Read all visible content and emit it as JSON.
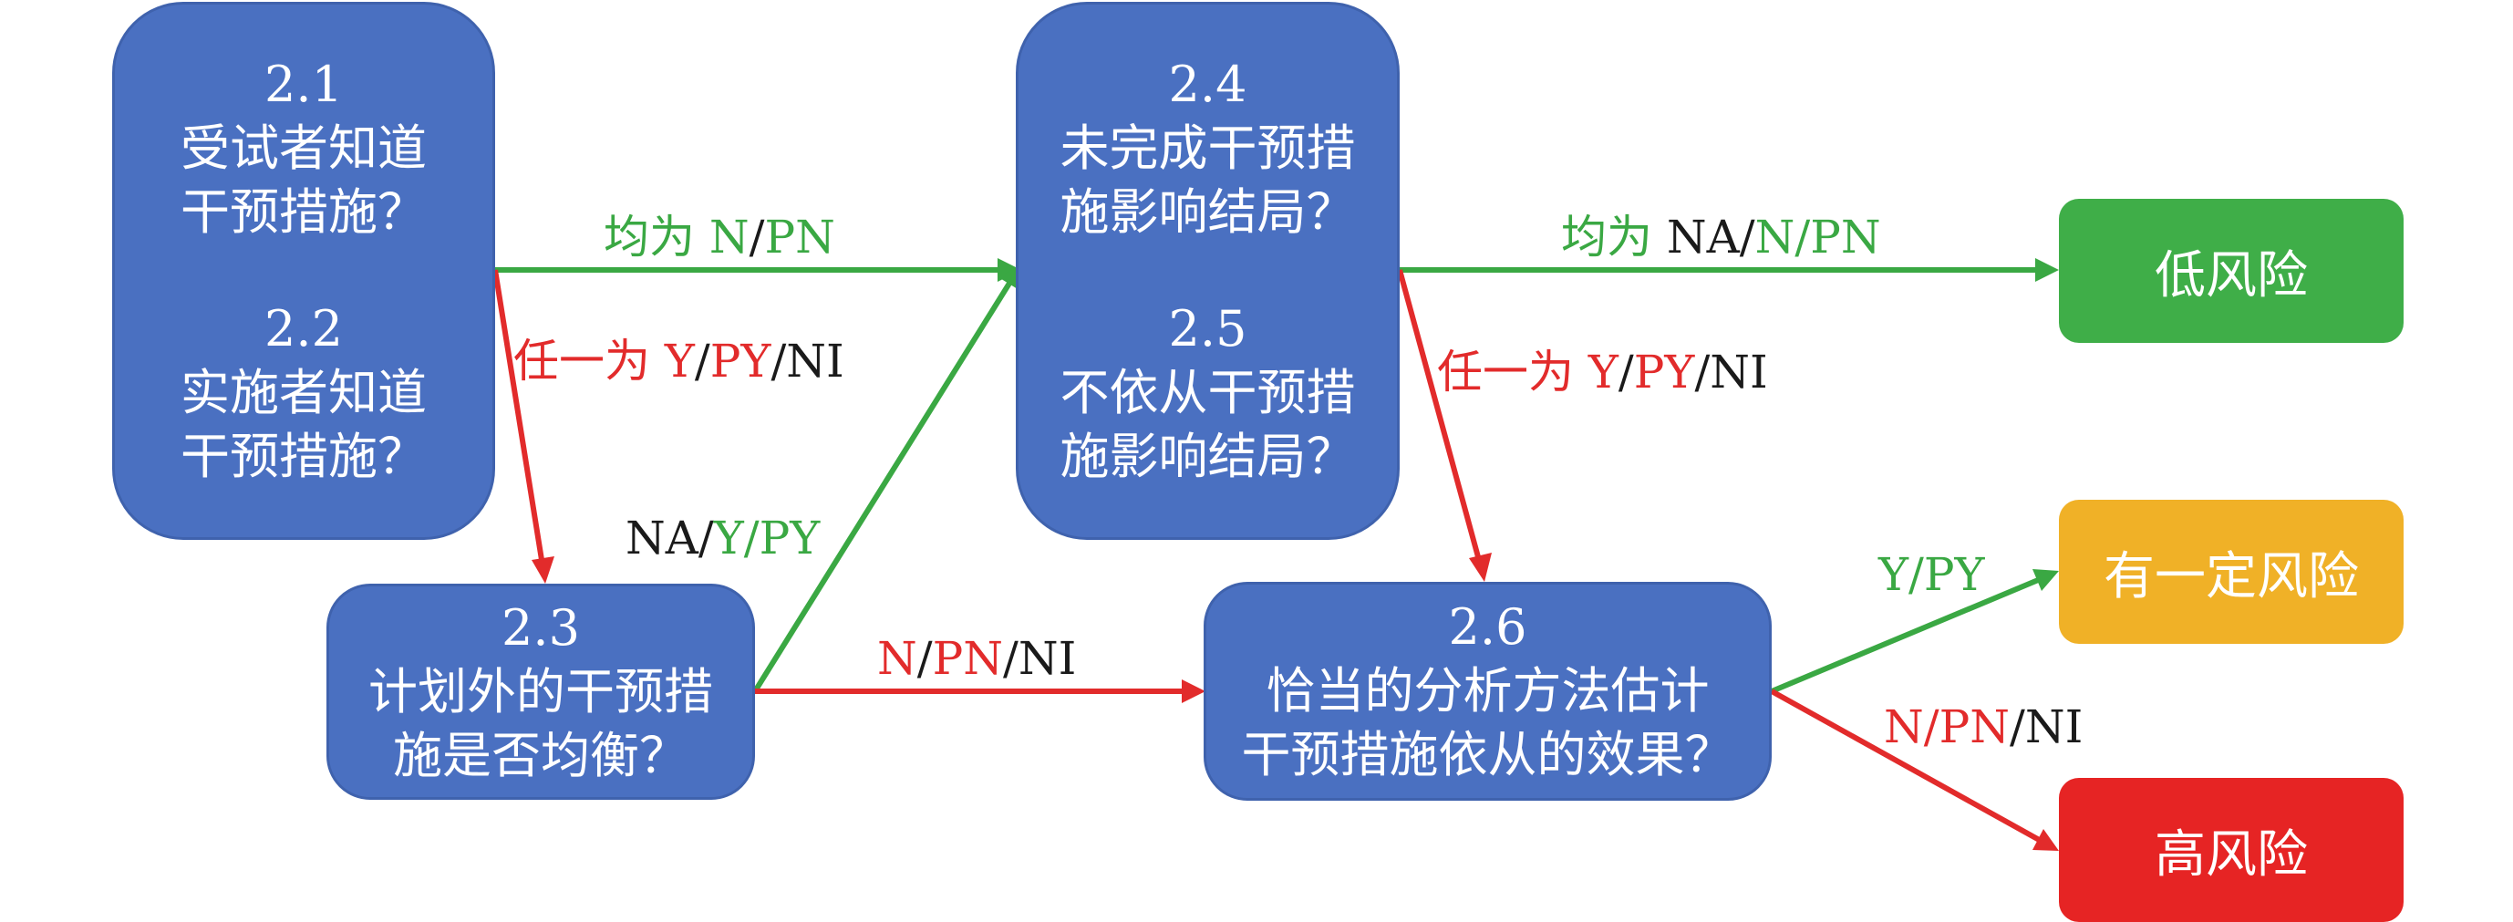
{
  "colors": {
    "node": "#4a70c1",
    "green": "#3aa843",
    "red": "#e22b2b",
    "low": "#3fae48",
    "some": "#f0b127",
    "high": "#e62424",
    "text_dark": "#1a1a1a"
  },
  "nodes": {
    "q21_q22": {
      "q21": {
        "num": "2.1",
        "l1": "受试者知道",
        "l2": "干预措施？"
      },
      "q22": {
        "num": "2.2",
        "l1": "实施者知道",
        "l2": "干预措施？"
      }
    },
    "q23": {
      "num": "2.3",
      "l1": "计划外的干预措",
      "l2": "施是否均衡？"
    },
    "q24_q25": {
      "q24": {
        "num": "2.4",
        "l1": "未完成干预措",
        "l2": "施影响结局？"
      },
      "q25": {
        "num": "2.5",
        "l1": "不依从干预措",
        "l2": "施影响结局？"
      }
    },
    "q26": {
      "num": "2.6",
      "l1": "恰当的分析方法估计",
      "l2": "干预措施依从的效果？"
    }
  },
  "outcomes": {
    "low": "低风险",
    "some": "有一定风险",
    "high": "高风险"
  },
  "labels": {
    "a1": {
      "pre": "均为 ",
      "p1": "N",
      "sep": "/",
      "p2": "PN"
    },
    "a2": {
      "pre": "任一为 ",
      "p1": "Y",
      "s1": "/",
      "p2": "PY",
      "s2": "/",
      "p3": "NI"
    },
    "a3": {
      "p1": "NA",
      "s1": "/",
      "p2": "Y",
      "s2": "/",
      "p3": "PY"
    },
    "a4": {
      "p1": "N",
      "s1": "/",
      "p2": "PN",
      "s2": "/",
      "p3": "NI"
    },
    "a5": {
      "pre": "均为 ",
      "p1": "NA",
      "s1": "/",
      "p2": "N",
      "s2": "/",
      "p3": "PN"
    },
    "a6": {
      "pre": "任一为 ",
      "p1": "Y",
      "s1": "/",
      "p2": "PY",
      "s2": "/",
      "p3": "NI"
    },
    "a7": {
      "p1": "Y",
      "s1": "/",
      "p2": "PY"
    },
    "a8": {
      "p1": "N",
      "s1": "/",
      "p2": "PN",
      "s2": "/",
      "p3": "NI"
    }
  }
}
